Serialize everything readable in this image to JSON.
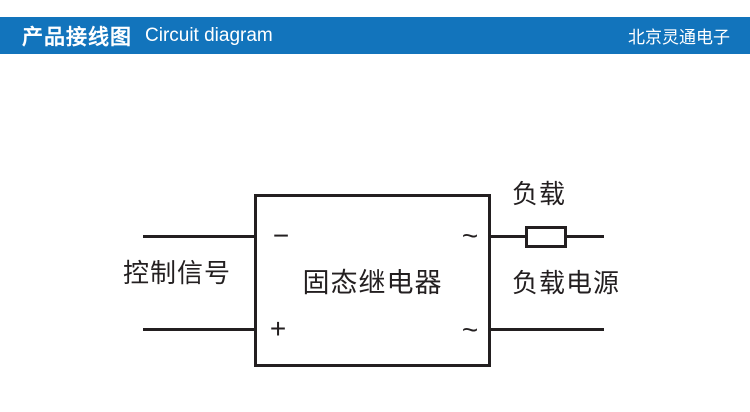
{
  "header": {
    "title_cn": "产品接线图",
    "title_en": "Circuit diagram",
    "company": "北京灵通电子",
    "bg_color": "#1274BC",
    "text_color": "#FFFFFF"
  },
  "diagram": {
    "line_color": "#231F20",
    "relay_label": "固态继电器",
    "control_signal_label": "控制信号",
    "load_label": "负载",
    "load_power_label": "负载电源",
    "terminals": {
      "minus": "−",
      "plus": "+",
      "ac_top": "~",
      "ac_bottom": "~"
    }
  }
}
